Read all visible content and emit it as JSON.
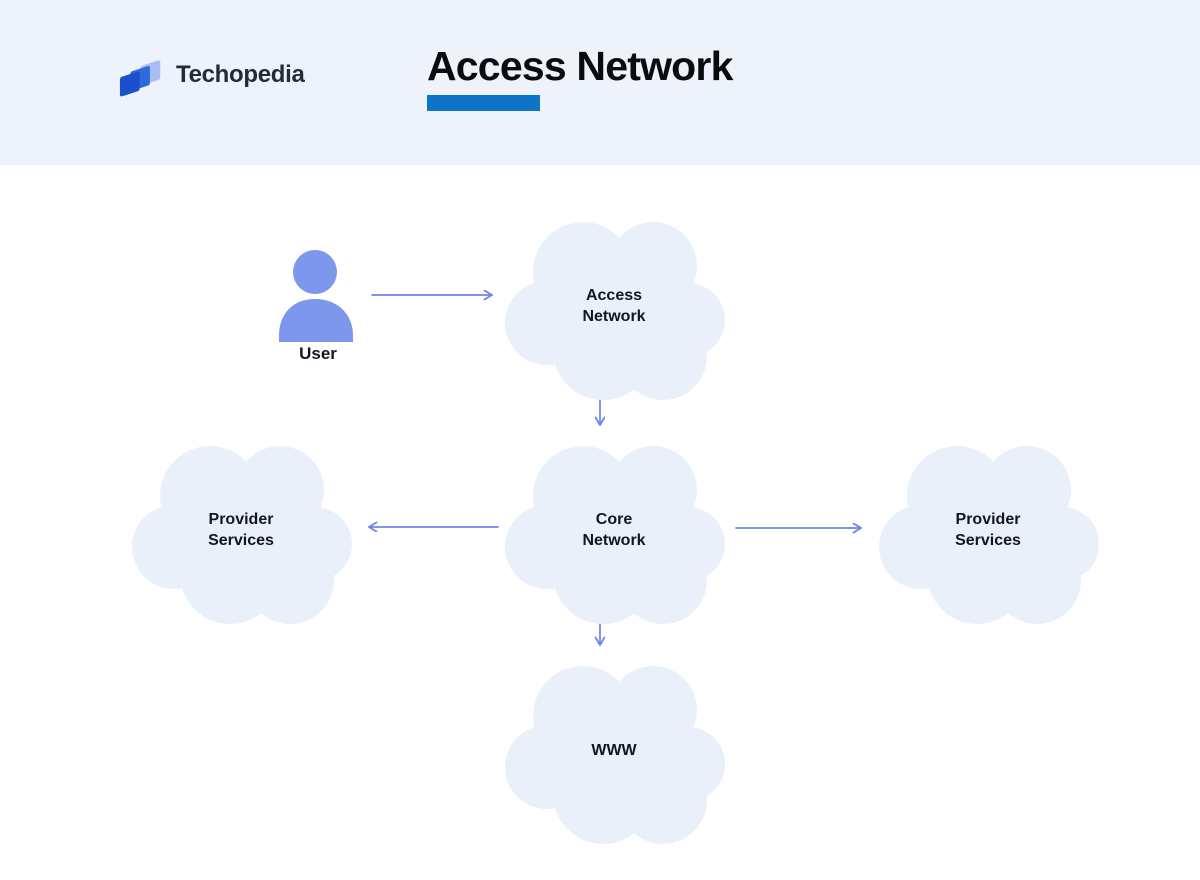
{
  "header": {
    "brand": "Techopedia",
    "title": "Access Network",
    "accent_color": "#0d74c8",
    "band_color": "#eef3fb"
  },
  "diagram": {
    "user": {
      "label": "User"
    },
    "nodes": {
      "access": {
        "lines": [
          "Access",
          "Network"
        ]
      },
      "core": {
        "lines": [
          "Core",
          "Network"
        ]
      },
      "provider_left": {
        "lines": [
          "Provider",
          "Services"
        ]
      },
      "provider_right": {
        "lines": [
          "Provider",
          "Services"
        ]
      },
      "www": {
        "lines": [
          "WWW"
        ]
      }
    },
    "connections": [
      {
        "from": "user",
        "to": "access",
        "direction": "right"
      },
      {
        "from": "access",
        "to": "core",
        "direction": "down"
      },
      {
        "from": "core",
        "to": "provider_left",
        "direction": "left"
      },
      {
        "from": "core",
        "to": "provider_right",
        "direction": "right"
      },
      {
        "from": "core",
        "to": "www",
        "direction": "down"
      }
    ],
    "colors": {
      "cloud": "#eaf0fa",
      "arrow": "#6d84e6",
      "user_icon": "#7d97ed",
      "node_text": "#12161f"
    }
  }
}
